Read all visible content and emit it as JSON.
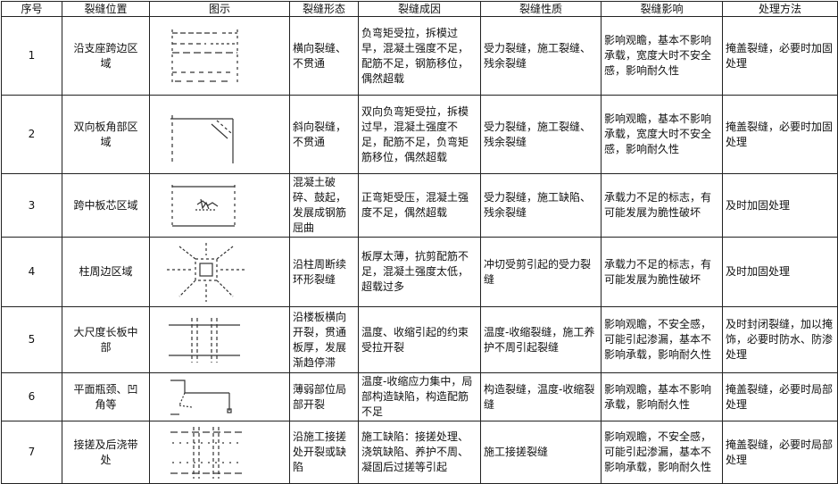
{
  "headers": [
    "序号",
    "裂缝位置",
    "图示",
    "裂缝形态",
    "裂缝成因",
    "裂缝性质",
    "裂缝影响",
    "处理方法"
  ],
  "rows": [
    {
      "no": "1",
      "position": "沿支座跨边区域",
      "figure": "edge-cracks-figure",
      "form": "横向裂缝、不贯通",
      "cause": "负弯矩受拉，拆模过早，混凝土强度不足，配筋不足，钢筋移位，偶然超载",
      "nature": "受力裂缝，施工裂缝、残余裂缝",
      "impact": "影响观瞻，基本不影响承载，宽度大时不安全感，影响耐久性",
      "treatment": "掩盖裂缝，必要时加固处理"
    },
    {
      "no": "2",
      "position": "双向板角部区域",
      "figure": "corner-crack-figure",
      "form": "斜向裂缝，不贯通",
      "cause": "双向负弯矩受拉，拆模过早，混凝土强度不足，配筋不足，负弯矩筋移位，偶然超载",
      "nature": "受力裂缝，施工裂缝、残余裂缝",
      "impact": "影响观瞻，基本不影响承载，宽度大时不安全感，影响耐久性",
      "treatment": "掩盖裂缝，必要时加固处理"
    },
    {
      "no": "3",
      "position": "跨中板芯区域",
      "figure": "mid-span-figure",
      "form": "混凝土破碎、鼓起，发展成钢筋屈曲",
      "cause": "正弯矩受压，混凝土强度不足，偶然超载",
      "nature": "受力裂缝，施工缺陷、残余裂缝",
      "impact": "承载力不足的标志，有可能发展为脆性破坏",
      "treatment": "及时加固处理"
    },
    {
      "no": "4",
      "position": "柱周边区域",
      "figure": "column-perimeter-figure",
      "form": "沿柱周断续环形裂缝",
      "cause": "板厚太薄，抗剪配筋不足，混凝土强度太低，超载过多",
      "nature": "冲切受剪引起的受力裂缝",
      "impact": "承载力不足的标志，有可能发展为脆性破坏",
      "treatment": "及时加固处理"
    },
    {
      "no": "5",
      "position": "大尺度长板中部",
      "figure": "long-slab-figure",
      "form": "沿楼板横向开裂，贯通板厚，发展渐趋停滞",
      "cause": "温度、收缩引起的约束受拉开裂",
      "nature": "温度-收缩裂缝，施工养护不周引起裂缝",
      "impact": "影响观瞻，不安全感，可能引起渗漏，基本不影响承载，影响耐久性",
      "treatment": "及时封闭裂缝，加以掩饰，必要时防水、防渗处理"
    },
    {
      "no": "6",
      "position": "平面瓶颈、凹角等",
      "figure": "reentrant-corner-figure",
      "form": "薄弱部位局部开裂",
      "cause": "温度-收缩应力集中，局部构造缺陷，构造配筋不足",
      "nature": "构造裂缝，温度-收缩裂缝",
      "impact": "影响观瞻，基本不影响承载，影响耐久性",
      "treatment": "掩盖裂缝，必要时局部处理"
    },
    {
      "no": "7",
      "position": "接搓及后浇带处",
      "figure": "construction-joint-figure",
      "form": "沿施工接搓处开裂或缺陷",
      "cause": "施工缺陷：接搓处理、浇筑缺陷、养护不周、凝固后过搓等引起",
      "nature": "施工接搓裂缝",
      "impact": "影响观瞻，不安全感，可能引起渗漏，基本不影响承载，影响耐久性",
      "treatment": "掩盖裂缝，必要时局部处理"
    }
  ]
}
